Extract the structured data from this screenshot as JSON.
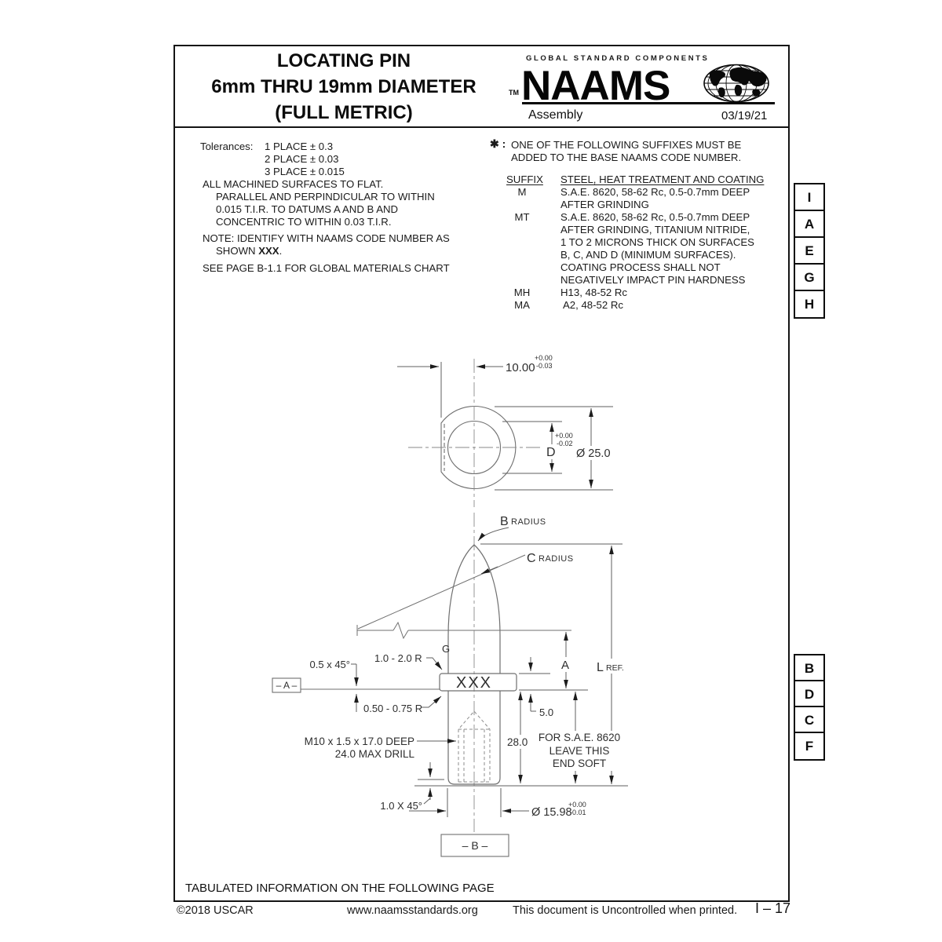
{
  "header": {
    "title_line1": "LOCATING PIN",
    "title_line2": "6mm THRU 19mm DIAMETER",
    "title_line3": "(FULL METRIC)",
    "brand_tagline": "GLOBAL STANDARD COMPONENTS",
    "brand_tm": "TM",
    "brand_name": "NAAMS",
    "brand_sub": "Assembly",
    "date": "03/19/21"
  },
  "notes_left": {
    "tolerances_label": "Tolerances:",
    "tol1": "1 PLACE ± 0.3",
    "tol2": "2 PLACE ± 0.03",
    "tol3": "3 PLACE ± 0.015",
    "mach1": "ALL MACHINED SURFACES TO FLAT.",
    "mach2": "PARALLEL AND PERPINDICULAR TO WITHIN",
    "mach3": "0.015 T.I.R. TO DATUMS A AND B AND",
    "mach4": "CONCENTRIC TO WITHIN 0.03 T.I.R.",
    "note1": "NOTE: IDENTIFY WITH NAAMS CODE NUMBER AS",
    "note2_prefix": "SHOWN ",
    "note2_code": "XXX",
    "note2_suffix": ".",
    "materials": "SEE PAGE B-1.1 FOR GLOBAL MATERIALS CHART"
  },
  "notes_right": {
    "star": "✱ :",
    "star_line1": "ONE OF THE FOLLOWING SUFFIXES MUST BE",
    "star_line2": "ADDED TO THE BASE NAAMS CODE NUMBER.",
    "col_suffix": "SUFFIX",
    "col_treatment": "STEEL, HEAT TREATMENT AND COATING",
    "rows": [
      {
        "code": "M",
        "lines": [
          "S.A.E. 8620, 58-62 Rc, 0.5-0.7mm DEEP",
          "AFTER GRINDING"
        ]
      },
      {
        "code": "MT",
        "lines": [
          "S.A.E. 8620, 58-62 Rc, 0.5-0.7mm DEEP",
          "AFTER GRINDING, TITANIUM NITRIDE,",
          "1 TO 2 MICRONS THICK ON SURFACES",
          "B, C, AND D (MINIMUM SURFACES).",
          "COATING PROCESS SHALL NOT",
          "NEGATIVELY IMPACT PIN HARDNESS"
        ]
      },
      {
        "code": "MH",
        "lines": [
          "H13, 48-52 Rc"
        ]
      },
      {
        "code": "MA",
        "lines": [
          "A2, 48-52 Rc"
        ]
      }
    ]
  },
  "margin_letters": {
    "top": [
      "I",
      "A",
      "E",
      "G",
      "H"
    ],
    "bottom": [
      "B",
      "D",
      "C",
      "F"
    ]
  },
  "drawing": {
    "dim_width": "10.00",
    "dim_width_tol_plus": "+0.00",
    "dim_width_tol_minus": "-0.03",
    "dim_od": "Ø 25.0",
    "dim_d": "D",
    "dim_d_tol_plus": "+0.00",
    "dim_d_tol_minus": "-0.02",
    "label_b": "B",
    "label_b_radius": "RADIUS",
    "label_c": "C",
    "label_c_radius": "RADIUS",
    "label_g": "G",
    "label_l": "L",
    "label_l_ref": "REF.",
    "label_a": "A",
    "chamfer_top": "0.5 x 45°",
    "radius_top": "1.0 - 2.0 R",
    "radius_bottom": "0.50 - 0.75 R",
    "datum_a": "– A –",
    "datum_b": "– B –",
    "part_code": "XXX",
    "thread_line1": "M10 x 1.5 x 17.0 DEEP",
    "thread_line2": "24.0 MAX DRILL",
    "flange_thickness": "5.0",
    "shank_length": "28.0",
    "soft_line1": "FOR S.A.E. 8620",
    "soft_line2": "LEAVE THIS",
    "soft_line3": "END SOFT",
    "chamfer_bottom": "1.0 X 45°",
    "dim_shank": "Ø 15.98",
    "dim_shank_tol_plus": "+0.00",
    "dim_shank_tol_minus": "-0.01"
  },
  "footer": {
    "tabulated": "TABULATED INFORMATION ON THE FOLLOWING PAGE",
    "copyright": "©2018 USCAR",
    "website": "www.naamsstandards.org",
    "uncontrolled": "This document is Uncontrolled when printed.",
    "page": "I – 17"
  },
  "colors": {
    "ink": "#141414",
    "line": "#6f6f6f",
    "dim": "#5f5f5f"
  }
}
